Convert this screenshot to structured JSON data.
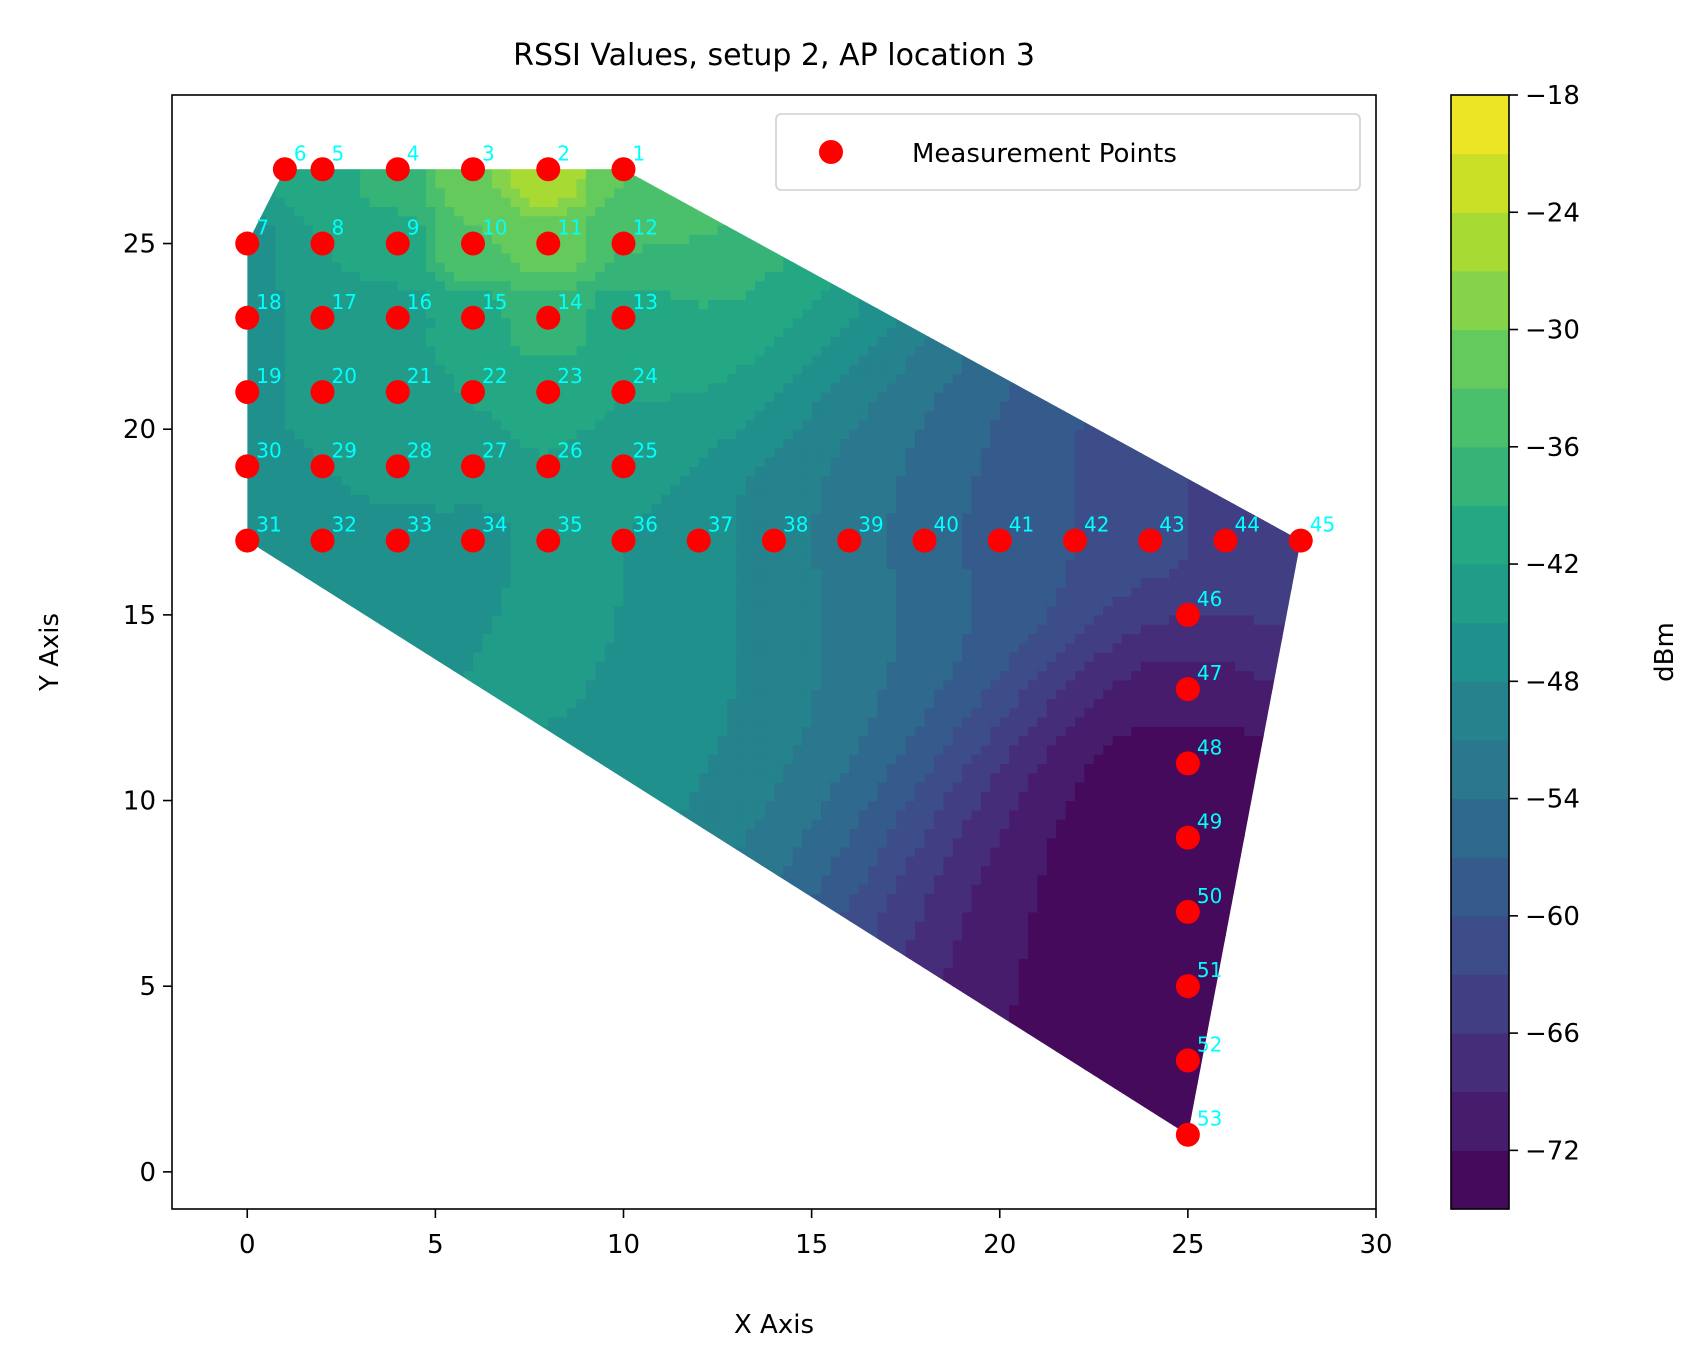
{
  "chart_data": {
    "type": "contour",
    "title": "RSSI Values, setup 2, AP location 3",
    "xlabel": "X Axis",
    "ylabel": "Y Axis",
    "xlim": [
      -2,
      30
    ],
    "ylim": [
      -1,
      29
    ],
    "xticks": [
      0,
      5,
      10,
      15,
      20,
      25,
      30
    ],
    "yticks": [
      0,
      5,
      10,
      15,
      20,
      25
    ],
    "grid": false,
    "legend": {
      "position": "top-right",
      "entries": [
        "Measurement Points"
      ]
    },
    "colorbar": {
      "label": "dBm",
      "range": [
        -75,
        -18
      ],
      "ticks": [
        -18,
        -24,
        -30,
        -36,
        -42,
        -48,
        -54,
        -60,
        -66,
        -72
      ],
      "tick_labels": [
        "−18",
        "−24",
        "−30",
        "−36",
        "−42",
        "−48",
        "−54",
        "−60",
        "−66",
        "−72"
      ],
      "colormap": "viridis"
    },
    "colors": {
      "points": "#ff0000",
      "point_labels": "#00ffff"
    },
    "points": [
      {
        "label": "1",
        "x": 10,
        "y": 27,
        "rssi": -33
      },
      {
        "label": "2",
        "x": 8,
        "y": 27,
        "rssi": -24
      },
      {
        "label": "3",
        "x": 6,
        "y": 27,
        "rssi": -30
      },
      {
        "label": "4",
        "x": 4,
        "y": 27,
        "rssi": -37
      },
      {
        "label": "5",
        "x": 2,
        "y": 27,
        "rssi": -40
      },
      {
        "label": "6",
        "x": 1,
        "y": 27,
        "rssi": -42
      },
      {
        "label": "7",
        "x": 0,
        "y": 25,
        "rssi": -46
      },
      {
        "label": "8",
        "x": 2,
        "y": 25,
        "rssi": -42
      },
      {
        "label": "9",
        "x": 4,
        "y": 25,
        "rssi": -40
      },
      {
        "label": "10",
        "x": 6,
        "y": 25,
        "rssi": -33
      },
      {
        "label": "11",
        "x": 8,
        "y": 25,
        "rssi": -31
      },
      {
        "label": "12",
        "x": 10,
        "y": 25,
        "rssi": -36
      },
      {
        "label": "13",
        "x": 10,
        "y": 23,
        "rssi": -40
      },
      {
        "label": "14",
        "x": 8,
        "y": 23,
        "rssi": -37
      },
      {
        "label": "15",
        "x": 6,
        "y": 23,
        "rssi": -40
      },
      {
        "label": "16",
        "x": 4,
        "y": 23,
        "rssi": -43
      },
      {
        "label": "17",
        "x": 2,
        "y": 23,
        "rssi": -44
      },
      {
        "label": "18",
        "x": 0,
        "y": 23,
        "rssi": -46
      },
      {
        "label": "19",
        "x": 0,
        "y": 21,
        "rssi": -46
      },
      {
        "label": "20",
        "x": 2,
        "y": 21,
        "rssi": -44
      },
      {
        "label": "21",
        "x": 4,
        "y": 21,
        "rssi": -43
      },
      {
        "label": "22",
        "x": 6,
        "y": 21,
        "rssi": -42
      },
      {
        "label": "23",
        "x": 8,
        "y": 21,
        "rssi": -40
      },
      {
        "label": "24",
        "x": 10,
        "y": 21,
        "rssi": -42
      },
      {
        "label": "25",
        "x": 10,
        "y": 19,
        "rssi": -44
      },
      {
        "label": "26",
        "x": 8,
        "y": 19,
        "rssi": -42
      },
      {
        "label": "27",
        "x": 6,
        "y": 19,
        "rssi": -43
      },
      {
        "label": "28",
        "x": 4,
        "y": 19,
        "rssi": -44
      },
      {
        "label": "29",
        "x": 2,
        "y": 19,
        "rssi": -45
      },
      {
        "label": "30",
        "x": 0,
        "y": 19,
        "rssi": -46
      },
      {
        "label": "31",
        "x": 0,
        "y": 17,
        "rssi": -48
      },
      {
        "label": "32",
        "x": 2,
        "y": 17,
        "rssi": -47
      },
      {
        "label": "33",
        "x": 4,
        "y": 17,
        "rssi": -46
      },
      {
        "label": "34",
        "x": 6,
        "y": 17,
        "rssi": -46
      },
      {
        "label": "35",
        "x": 8,
        "y": 17,
        "rssi": -44
      },
      {
        "label": "36",
        "x": 10,
        "y": 17,
        "rssi": -45
      },
      {
        "label": "37",
        "x": 12,
        "y": 17,
        "rssi": -47
      },
      {
        "label": "38",
        "x": 14,
        "y": 17,
        "rssi": -49
      },
      {
        "label": "39",
        "x": 16,
        "y": 17,
        "rssi": -52
      },
      {
        "label": "40",
        "x": 18,
        "y": 17,
        "rssi": -55
      },
      {
        "label": "41",
        "x": 20,
        "y": 17,
        "rssi": -58
      },
      {
        "label": "42",
        "x": 22,
        "y": 17,
        "rssi": -60
      },
      {
        "label": "43",
        "x": 24,
        "y": 17,
        "rssi": -62
      },
      {
        "label": "44",
        "x": 26,
        "y": 17,
        "rssi": -64
      },
      {
        "label": "45",
        "x": 28,
        "y": 17,
        "rssi": -66
      },
      {
        "label": "46",
        "x": 25,
        "y": 15,
        "rssi": -66
      },
      {
        "label": "47",
        "x": 25,
        "y": 13,
        "rssi": -70
      },
      {
        "label": "48",
        "x": 25,
        "y": 11,
        "rssi": -74
      },
      {
        "label": "49",
        "x": 25,
        "y": 9,
        "rssi": -75
      },
      {
        "label": "50",
        "x": 25,
        "y": 7,
        "rssi": -73
      },
      {
        "label": "51",
        "x": 25,
        "y": 5,
        "rssi": -73
      },
      {
        "label": "52",
        "x": 25,
        "y": 3,
        "rssi": -74
      },
      {
        "label": "53",
        "x": 25,
        "y": 1,
        "rssi": -72
      }
    ]
  }
}
